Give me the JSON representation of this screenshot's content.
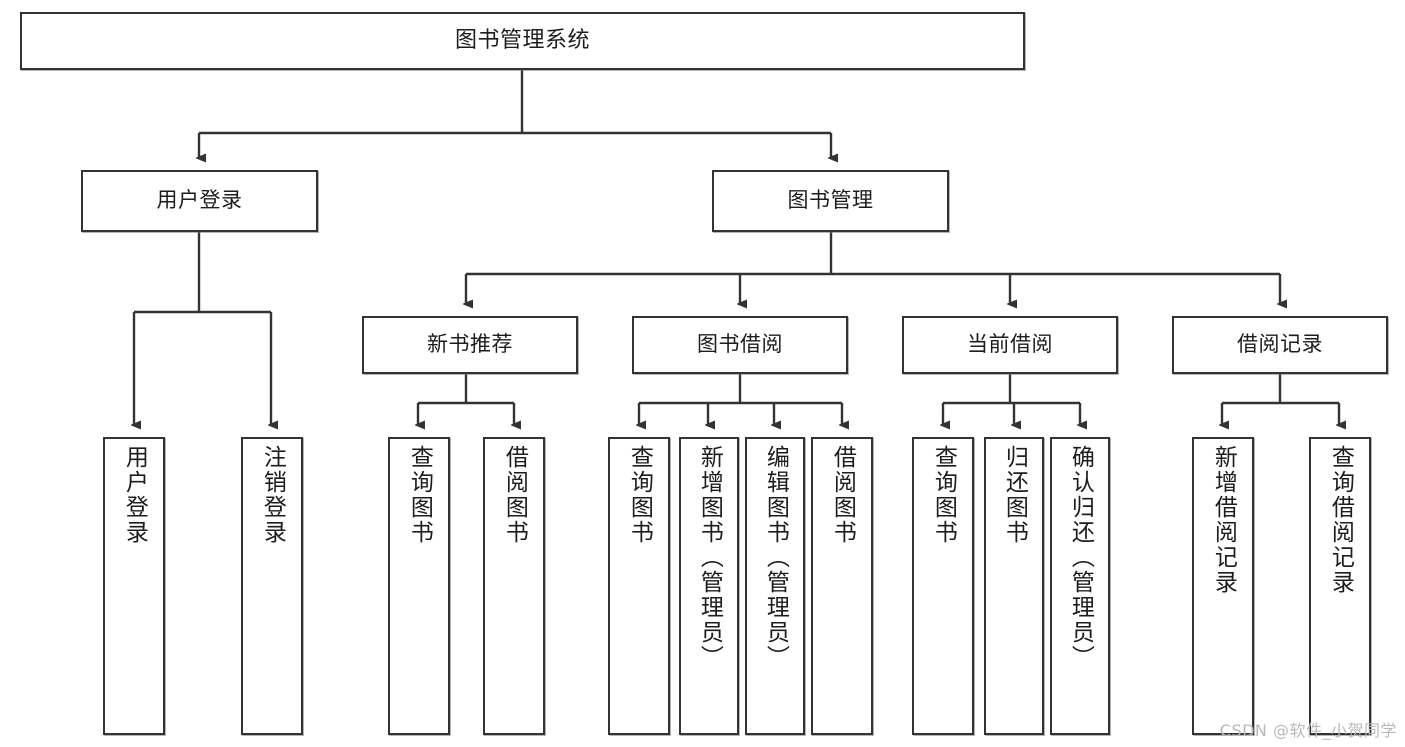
{
  "diagram": {
    "title": "图书管理系统",
    "type": "tree",
    "root": {
      "id": "root",
      "label": "图书管理系统"
    },
    "tier2": [
      {
        "id": "user-login",
        "label": "用户登录"
      },
      {
        "id": "book-manage",
        "label": "图书管理"
      }
    ],
    "tier3": [
      {
        "id": "new-book-rec",
        "label": "新书推荐"
      },
      {
        "id": "book-borrow",
        "label": "图书借阅"
      },
      {
        "id": "current-borrow",
        "label": "当前借阅"
      },
      {
        "id": "borrow-record",
        "label": "借阅记录"
      }
    ],
    "leaves": [
      {
        "id": "leaf-user-login",
        "label": "用户登录",
        "parent": "user-login"
      },
      {
        "id": "leaf-logout",
        "label": "注销登录",
        "parent": "user-login"
      },
      {
        "id": "leaf-query-book-1",
        "label": "查询图书",
        "parent": "new-book-rec"
      },
      {
        "id": "leaf-borrow-book-1",
        "label": "借阅图书",
        "parent": "new-book-rec"
      },
      {
        "id": "leaf-query-book-2",
        "label": "查询图书",
        "parent": "book-borrow"
      },
      {
        "id": "leaf-add-book",
        "label": "新增图书（管理员）",
        "parent": "book-borrow"
      },
      {
        "id": "leaf-edit-book",
        "label": "编辑图书（管理员）",
        "parent": "book-borrow"
      },
      {
        "id": "leaf-borrow-book-2",
        "label": "借阅图书",
        "parent": "book-borrow"
      },
      {
        "id": "leaf-query-book-3",
        "label": "查询图书",
        "parent": "current-borrow"
      },
      {
        "id": "leaf-return-book",
        "label": "归还图书",
        "parent": "current-borrow"
      },
      {
        "id": "leaf-confirm-return",
        "label": "确认归还（管理员）",
        "parent": "current-borrow"
      },
      {
        "id": "leaf-add-record",
        "label": "新增借阅记录",
        "parent": "borrow-record"
      },
      {
        "id": "leaf-query-record",
        "label": "查询借阅记录",
        "parent": "borrow-record"
      }
    ],
    "colors": {
      "border": "#333333",
      "background": "#ffffff",
      "text": "#1d1d1d",
      "connector": "#333333",
      "watermark": "#b9b9b9"
    }
  },
  "watermark": {
    "text": "CSDN @软件_小贺同学"
  }
}
